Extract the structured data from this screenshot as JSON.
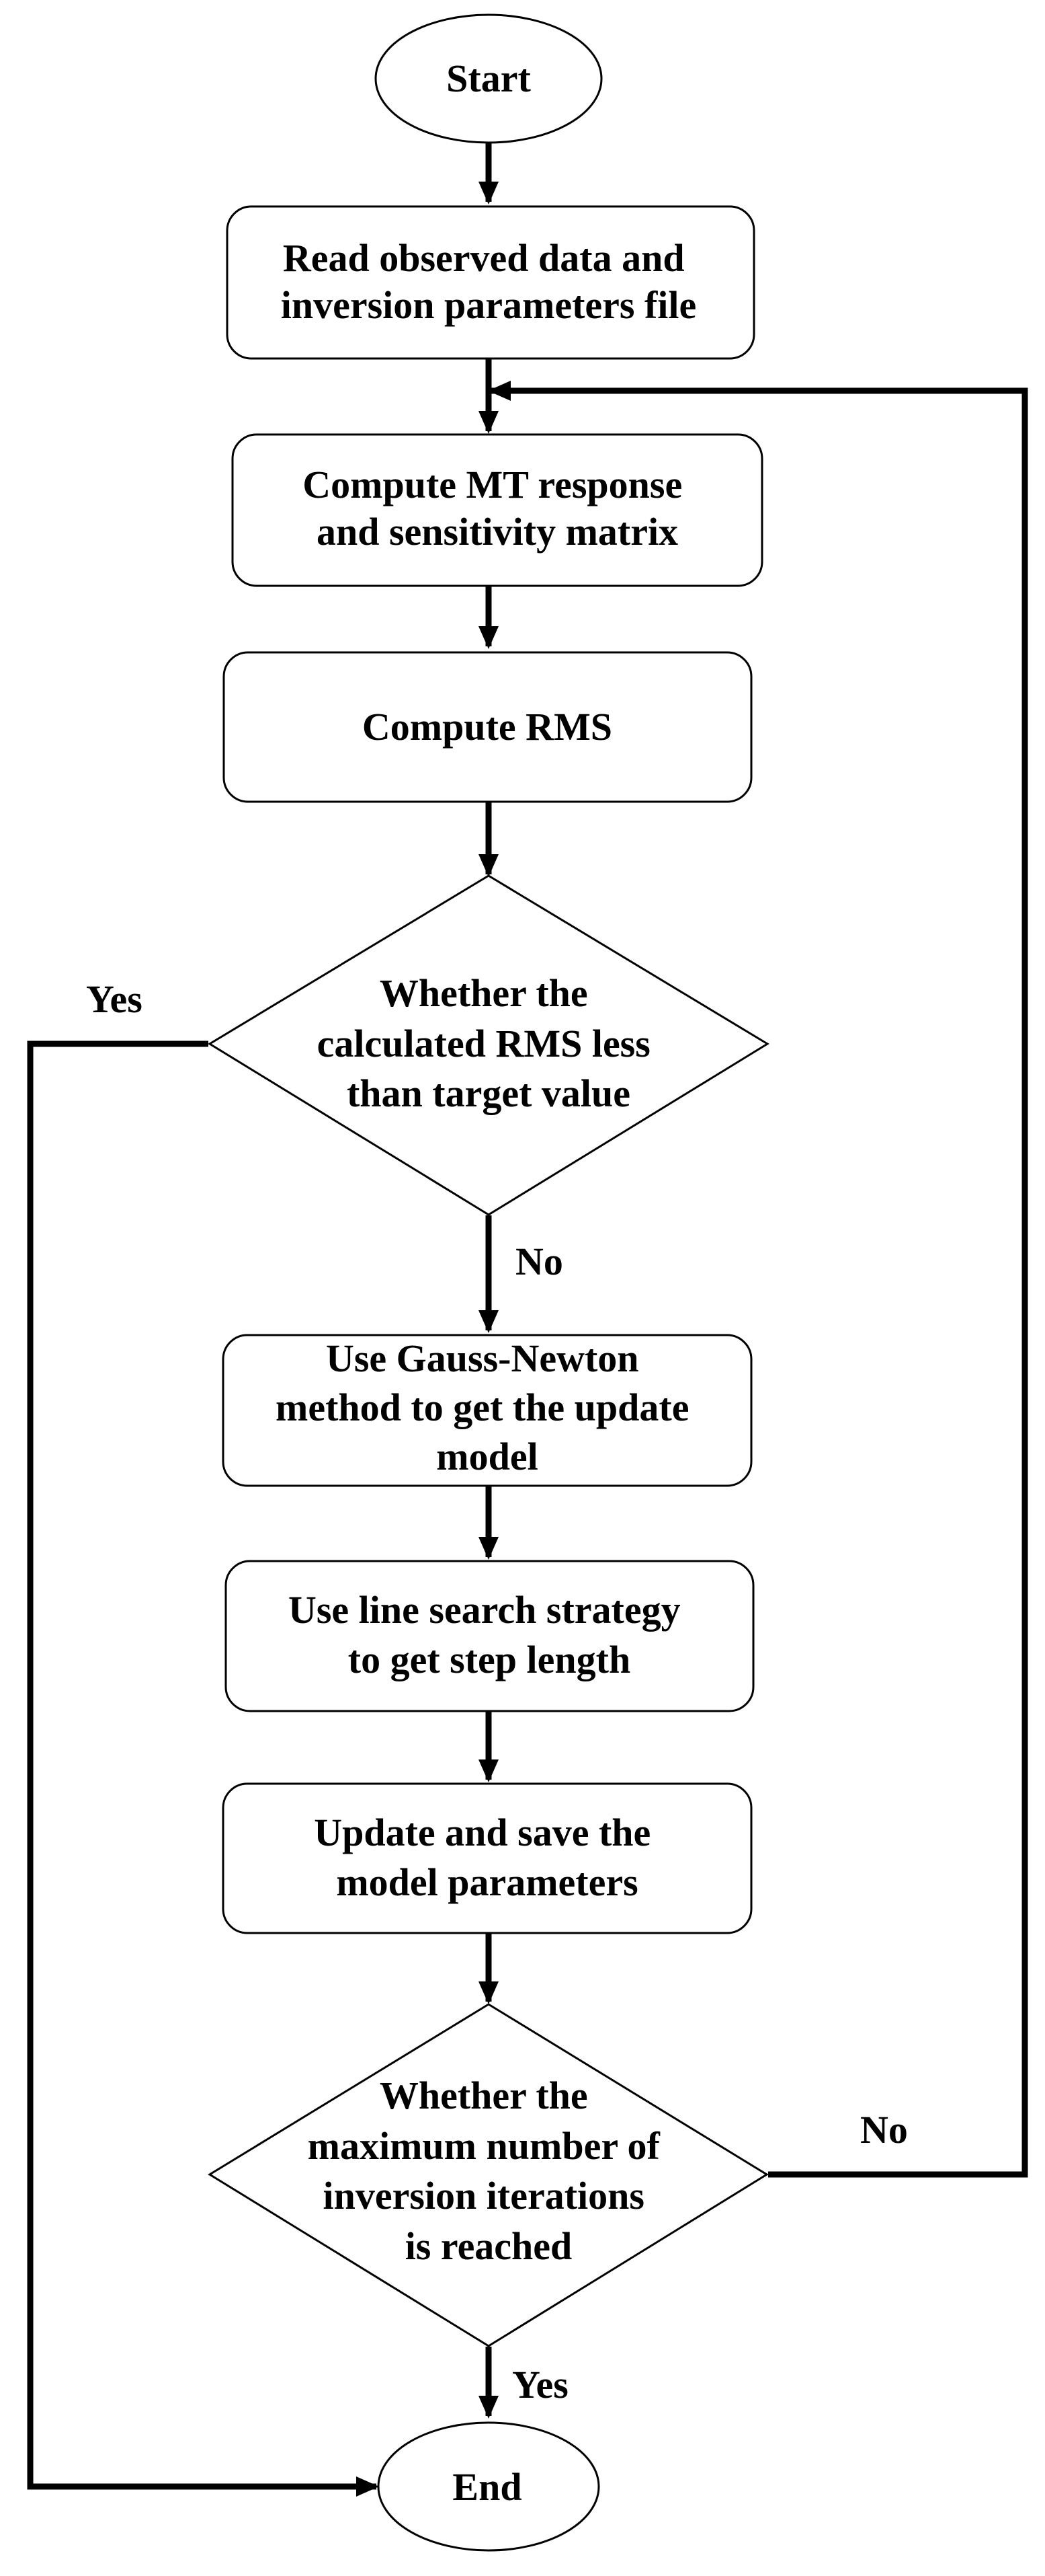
{
  "nodes": {
    "start": {
      "lines": [
        "Start"
      ]
    },
    "read_data": {
      "lines": [
        "Read observed data and",
        "inversion parameters file"
      ]
    },
    "compute_response": {
      "lines": [
        "Compute MT response",
        "and sensitivity matrix"
      ]
    },
    "compute_rms": {
      "lines": [
        "Compute RMS"
      ]
    },
    "rms_decision": {
      "lines": [
        "Whether the",
        "calculated RMS less",
        "than target value"
      ]
    },
    "gauss_newton": {
      "lines": [
        "Use Gauss-Newton",
        "method to get the update",
        "model"
      ]
    },
    "line_search": {
      "lines": [
        "Use line search strategy",
        "to get step length"
      ]
    },
    "update_model": {
      "lines": [
        "Update and save the",
        "model parameters"
      ]
    },
    "iteration_decision": {
      "lines": [
        "Whether the",
        "maximum number of",
        "inversion iterations",
        "is reached"
      ]
    },
    "end": {
      "lines": [
        "End"
      ]
    }
  },
  "edge_labels": {
    "rms_yes": "Yes",
    "rms_no": "No",
    "iter_no": "No",
    "iter_yes": "Yes"
  },
  "colors": {
    "stroke": "#000000",
    "background": "#ffffff"
  }
}
